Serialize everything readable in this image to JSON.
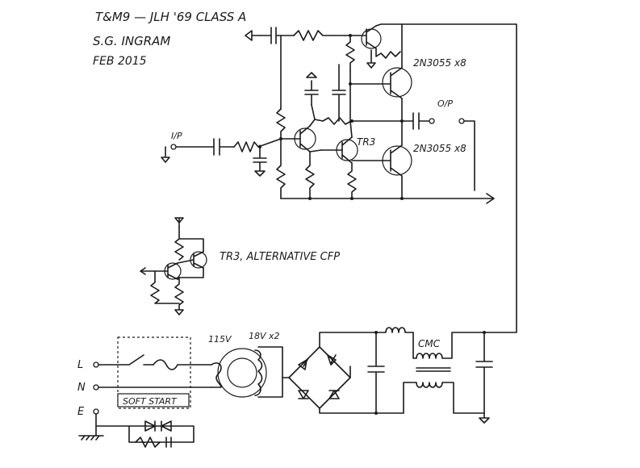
{
  "header": {
    "title": "T&M9 — JLH '69 CLASS A",
    "author": "S.G. INGRAM",
    "date": "FEB 2015"
  },
  "labels": {
    "input": "I/P",
    "output": "O/P",
    "tr3": "TR3",
    "tr3_alt": "TR3, ALTERNATIVE CFP",
    "upper_output_devices": "2N3055 x8",
    "lower_output_devices": "2N3055 x8",
    "primary_voltage": "115V",
    "secondary_voltage": "18V x2",
    "cmc": "CMC",
    "soft_start": "SOFT START",
    "line": "L",
    "neutral": "N",
    "earth": "E"
  }
}
